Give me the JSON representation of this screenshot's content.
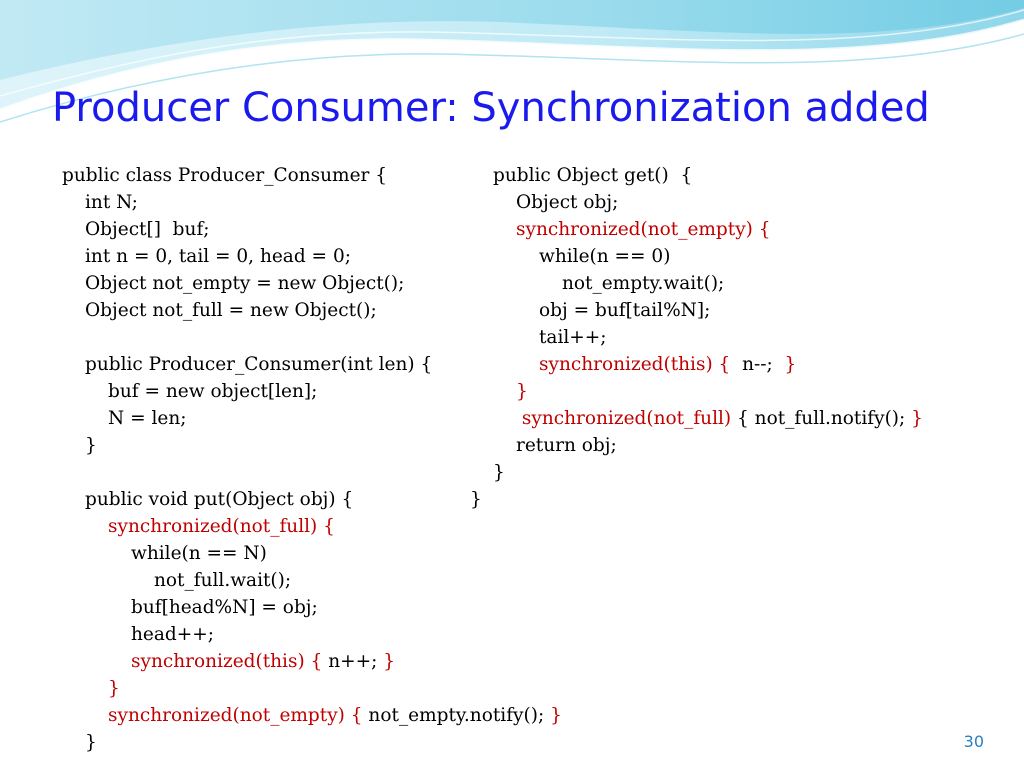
{
  "slide": {
    "title": "Producer Consumer: Synchronization added",
    "page_number": "30",
    "colors": {
      "title": "#1a1aee",
      "keyword": "#c00000",
      "wave_light": "#bfeaf5",
      "wave_dark": "#5cc4e0"
    },
    "code_left": [
      {
        "indent": 0,
        "segments": [
          {
            "text": "public class Producer_Consumer {",
            "hl": false
          }
        ]
      },
      {
        "indent": 1,
        "segments": [
          {
            "text": "int N;",
            "hl": false
          }
        ]
      },
      {
        "indent": 1,
        "segments": [
          {
            "text": "Object[]  buf;",
            "hl": false
          }
        ]
      },
      {
        "indent": 1,
        "segments": [
          {
            "text": "int n = 0, tail = 0, head = 0;",
            "hl": false
          }
        ]
      },
      {
        "indent": 1,
        "segments": [
          {
            "text": "Object not_empty = new Object();",
            "hl": false
          }
        ]
      },
      {
        "indent": 1,
        "segments": [
          {
            "text": "Object not_full = new Object();",
            "hl": false
          }
        ]
      },
      {
        "indent": 0,
        "segments": []
      },
      {
        "indent": 1,
        "segments": [
          {
            "text": "public Producer_Consumer(int len) {",
            "hl": false
          }
        ]
      },
      {
        "indent": 2,
        "segments": [
          {
            "text": "buf = new object[len];",
            "hl": false
          }
        ]
      },
      {
        "indent": 2,
        "segments": [
          {
            "text": "N = len;",
            "hl": false
          }
        ]
      },
      {
        "indent": 1,
        "segments": [
          {
            "text": "}",
            "hl": false
          }
        ]
      },
      {
        "indent": 0,
        "segments": []
      },
      {
        "indent": 1,
        "segments": [
          {
            "text": "public void put(Object obj) {",
            "hl": false
          }
        ]
      },
      {
        "indent": 2,
        "segments": [
          {
            "text": "synchronized(not_full) {",
            "hl": true
          }
        ]
      },
      {
        "indent": 3,
        "segments": [
          {
            "text": "while(n == N)",
            "hl": false
          }
        ]
      },
      {
        "indent": 4,
        "segments": [
          {
            "text": "not_full.wait();",
            "hl": false
          }
        ]
      },
      {
        "indent": 3,
        "segments": [
          {
            "text": "buf[head%N] = obj;",
            "hl": false
          }
        ]
      },
      {
        "indent": 3,
        "segments": [
          {
            "text": "head++;",
            "hl": false
          }
        ]
      },
      {
        "indent": 3,
        "segments": [
          {
            "text": "synchronized(this) { ",
            "hl": true
          },
          {
            "text": "n++; ",
            "hl": false
          },
          {
            "text": "}",
            "hl": true
          }
        ]
      },
      {
        "indent": 2,
        "segments": [
          {
            "text": "}",
            "hl": true
          }
        ]
      },
      {
        "indent": 2,
        "segments": [
          {
            "text": "synchronized(not_empty) { ",
            "hl": true
          },
          {
            "text": "not_empty.notify(); ",
            "hl": false
          },
          {
            "text": "}",
            "hl": true
          }
        ]
      },
      {
        "indent": 1,
        "segments": [
          {
            "text": "}",
            "hl": false
          }
        ]
      }
    ],
    "code_right": [
      {
        "indent": 1,
        "segments": [
          {
            "text": "public Object get()  {",
            "hl": false
          }
        ]
      },
      {
        "indent": 2,
        "segments": [
          {
            "text": "Object obj;",
            "hl": false
          }
        ]
      },
      {
        "indent": 2,
        "segments": [
          {
            "text": "synchronized(not_empty) {",
            "hl": true
          }
        ]
      },
      {
        "indent": 3,
        "segments": [
          {
            "text": "while(n == 0)",
            "hl": false
          }
        ]
      },
      {
        "indent": 4,
        "segments": [
          {
            "text": "not_empty.wait();",
            "hl": false
          }
        ]
      },
      {
        "indent": 3,
        "segments": [
          {
            "text": "obj = buf[tail%N];",
            "hl": false
          }
        ]
      },
      {
        "indent": 3,
        "segments": [
          {
            "text": "tail++;",
            "hl": false
          }
        ]
      },
      {
        "indent": 3,
        "segments": [
          {
            "text": "synchronized(this) {  ",
            "hl": true
          },
          {
            "text": "n--;  ",
            "hl": false
          },
          {
            "text": "}",
            "hl": true
          }
        ]
      },
      {
        "indent": 2,
        "segments": [
          {
            "text": "}",
            "hl": true
          }
        ]
      },
      {
        "indent": 2,
        "segments": [
          {
            "text": " synchronized(not_full) ",
            "hl": true
          },
          {
            "text": "{ not_full.notify(); ",
            "hl": false
          },
          {
            "text": "}",
            "hl": true
          }
        ]
      },
      {
        "indent": 2,
        "segments": [
          {
            "text": "return obj;",
            "hl": false
          }
        ]
      },
      {
        "indent": 1,
        "segments": [
          {
            "text": "}",
            "hl": false
          }
        ]
      },
      {
        "indent": 0,
        "segments": [
          {
            "text": "}",
            "hl": false
          }
        ]
      }
    ]
  }
}
